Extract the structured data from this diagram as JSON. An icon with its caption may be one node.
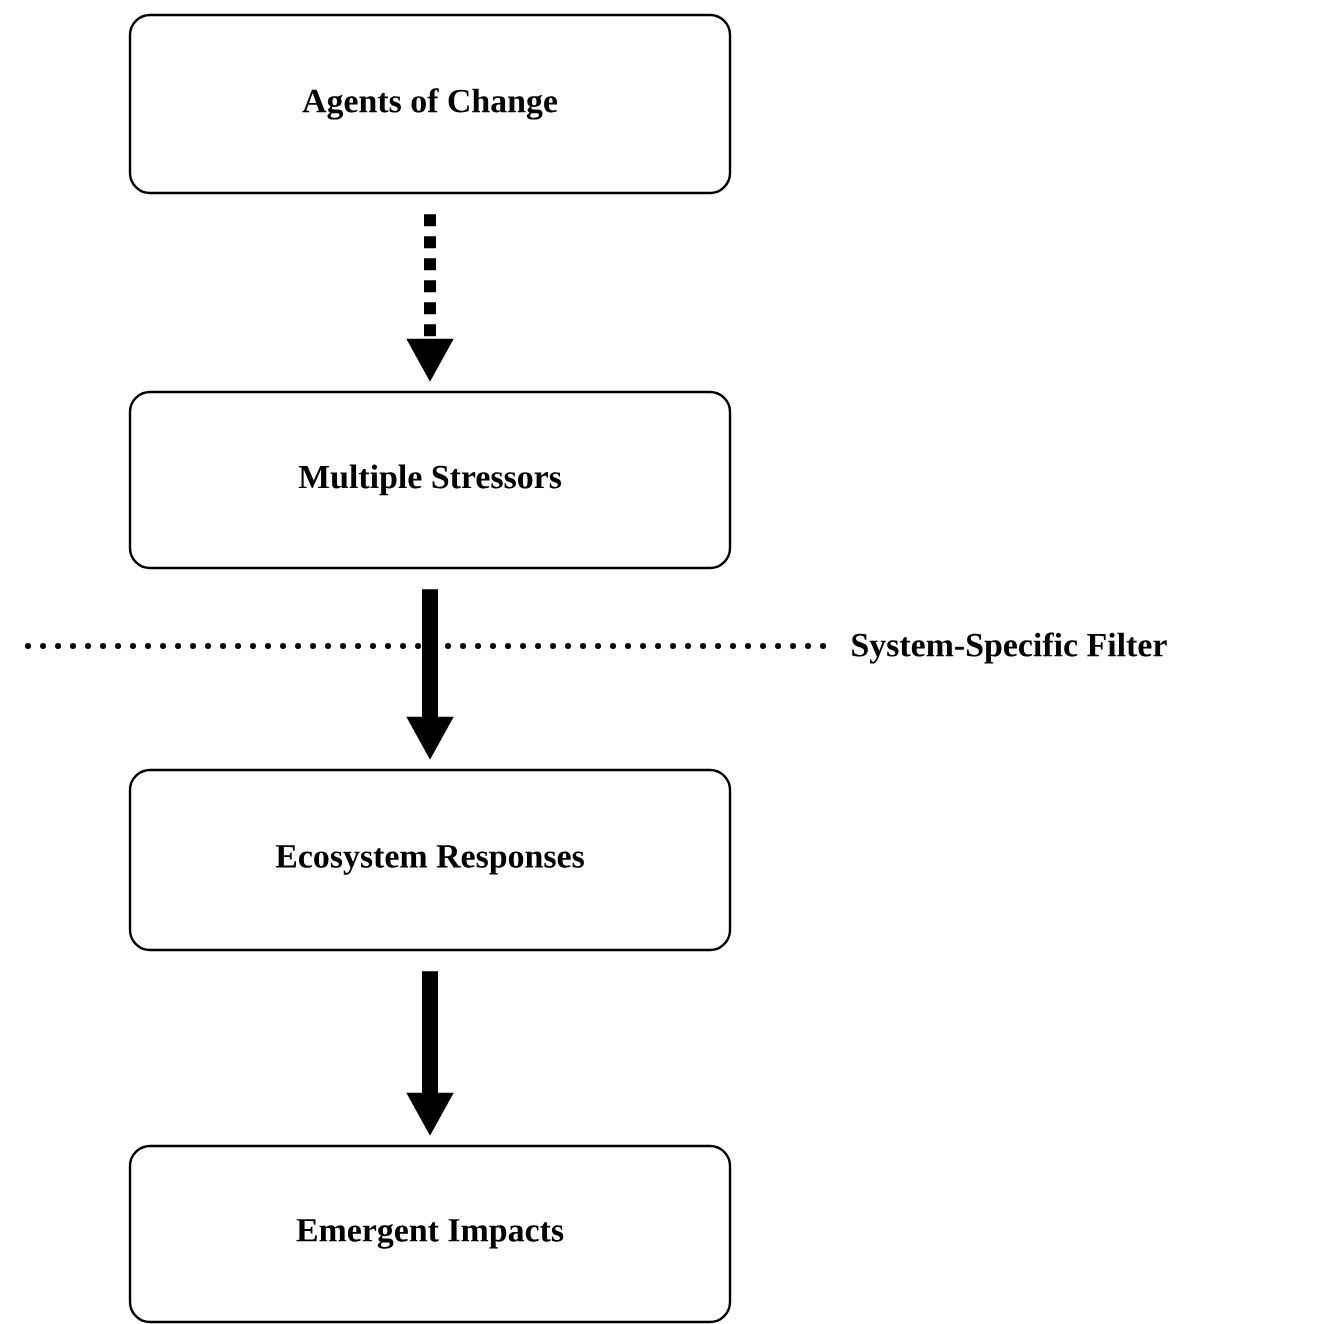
{
  "diagram": {
    "nodes": [
      {
        "text": [
          "Agents of Change"
        ]
      },
      {
        "text": [
          "Multiple Stressors"
        ]
      },
      {
        "text": [
          "Ecosystem Responses"
        ]
      },
      {
        "text": [
          "Emergent Impacts"
        ]
      }
    ],
    "edges": [
      {
        "from": 0,
        "to": 1,
        "arrow": "to",
        "style": "dashed"
      },
      {
        "from": 1,
        "to": 2,
        "arrow": "to"
      },
      {
        "from": 2,
        "to": 3,
        "arrow": "to"
      }
    ],
    "labels": [
      "System-Specific Filter"
    ]
  }
}
